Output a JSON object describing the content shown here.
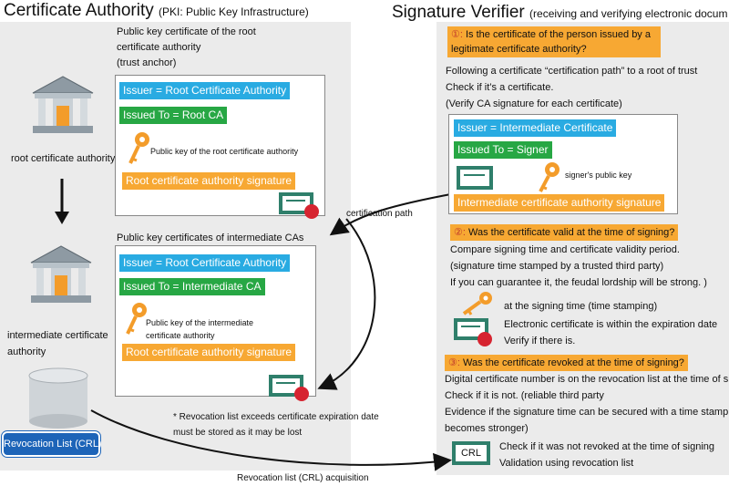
{
  "left": {
    "title": "Certificate Authority",
    "title_note": "(PKI: Public Key Infrastructure)",
    "root_note_1": "Public key certificate of the root",
    "root_note_2": "certificate authority",
    "root_note_3": "(trust anchor)",
    "root_label": "root certificate authority",
    "root_card": {
      "issuer": "Issuer = Root Certificate Authority",
      "issued_to": "Issued To = Root CA",
      "key_caption": "Public key of the root certificate authority",
      "signature": "Root certificate authority signature"
    },
    "inter_note": "Public key certificates of intermediate CAs",
    "inter_label_1": "intermediate certificate",
    "inter_label_2": "authority",
    "inter_card": {
      "issuer": "Issuer = Root Certificate Authority",
      "issued_to": "Issued To = Intermediate CA",
      "key_caption_1": "Public key of the intermediate",
      "key_caption_2": "certificate authority",
      "signature": "Root certificate authority signature"
    },
    "revocation_note_1": "* Revocation list exceeds certificate expiration date",
    "revocation_note_2": "must be stored as it may be lost",
    "crl_badge": "Revocation List (CRL)"
  },
  "arrows": {
    "certification_path": "certification path",
    "crl_acquisition": "Revocation list (CRL) acquisition"
  },
  "right": {
    "title": "Signature Verifier",
    "title_note": "(receiving and verifying electronic docum",
    "q1": {
      "mark": "①:",
      "line1": "Is the certificate of the person issued by a",
      "line2": "legitimate certificate authority?",
      "body1": "Following a certificate “certification path” to a root of trust",
      "body2": "Check if it’s a certificate.",
      "body3": "(Verify CA signature for each certificate)"
    },
    "signer_card": {
      "issuer": "Issuer = Intermediate Certificate",
      "issued_to": "Issued To = Signer",
      "key_caption": "signer's public key",
      "signature": "Intermediate certificate authority signature"
    },
    "q2": {
      "mark": "②:",
      "line1": "Was the certificate valid at the time of signing?",
      "body1": "Compare signing time and certificate validity period.",
      "body2": "(signature time stamped by a trusted third party)",
      "body3": "If you can guarantee it, the feudal lordship will be strong. )",
      "key_text": "at the signing time (time stamping)",
      "cert_text1": "Electronic certificate is within the expiration date",
      "cert_text2": "Verify if there is."
    },
    "q3": {
      "mark": "③:",
      "line1": "Was the certificate revoked at the time of signing?",
      "body1": "Digital certificate number is on the revocation list at the time of si",
      "body2": "Check if it is not. (reliable third party",
      "body3": "Evidence if the signature time can be secured with a time stamp c",
      "body4": "becomes stronger)",
      "crl_icon_label": "CRL",
      "crl_text1": "Check if it was not revoked at the time of signing",
      "crl_text2": "Validation using revocation list"
    }
  },
  "colors": {
    "issuer_blue": "#29abe2",
    "issued_green": "#27a744",
    "signature_orange": "#f7a833",
    "crl_blue": "#1d64b8",
    "panel_gray": "#ebebeb"
  }
}
